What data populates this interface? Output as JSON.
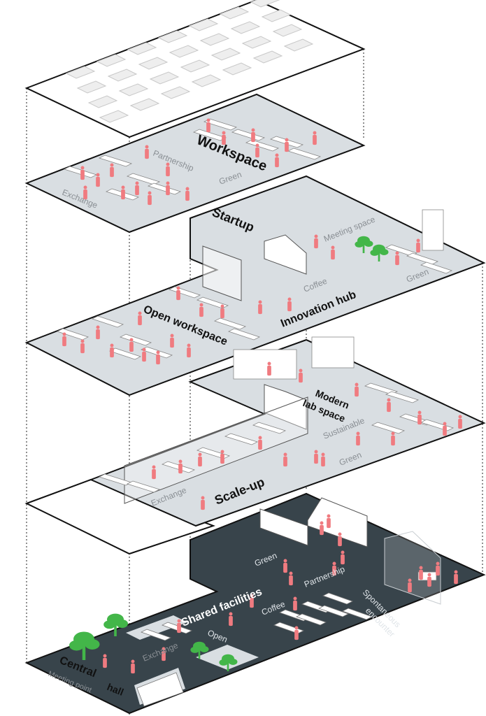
{
  "colors": {
    "floor_light": "#d9dee2",
    "floor_dark": "#38444b",
    "outline": "#111111",
    "people": "#f07b80",
    "plants": "#43b649",
    "panel": "#f1f1f1"
  },
  "levels": [
    {
      "id": "roof",
      "labels": []
    },
    {
      "id": "workspace",
      "title": "Workspace",
      "tags": [
        "Partnership",
        "Green",
        "Exchange"
      ]
    },
    {
      "id": "innovation",
      "titles": [
        "Startup",
        "Open workspace",
        "Innovation hub"
      ],
      "tags": [
        "Meeting space",
        "Coffee",
        "Green"
      ]
    },
    {
      "id": "lab",
      "titles": [
        "Modern lab space",
        "Scale-up"
      ],
      "tags": [
        "Sustainable",
        "Green",
        "Exchange"
      ]
    },
    {
      "id": "ground",
      "titles": [
        "Shared facilities",
        "Central hall"
      ],
      "tags": [
        "Green",
        "Partnership",
        "Spontaneous encounter",
        "Coffee",
        "Open",
        "Exchange",
        "Meeting point"
      ]
    }
  ],
  "labels": {
    "workspace": "Workspace",
    "partnership_top": "Partnership",
    "green_top": "Green",
    "exchange_top": "Exchange",
    "startup": "Startup",
    "meeting_space": "Meeting space",
    "coffee_mid": "Coffee",
    "green_mid": "Green",
    "open_workspace": "Open workspace",
    "innovation_hub": "Innovation hub",
    "modern": "Modern",
    "lab_space": "lab space",
    "sustainable": "Sustainable",
    "green_lab": "Green",
    "exchange_lab": "Exchange",
    "scale_up": "Scale-up",
    "green_ground": "Green",
    "partnership_ground": "Partnership",
    "spontaneous": "Spontaneous",
    "encounter": "encounter",
    "shared_facilities": "Shared facilities",
    "coffee_ground": "Coffee",
    "open_ground": "Open",
    "exchange_ground": "Exchange",
    "central": "Central",
    "hall": "hall",
    "meeting_point": "Meeting point"
  }
}
